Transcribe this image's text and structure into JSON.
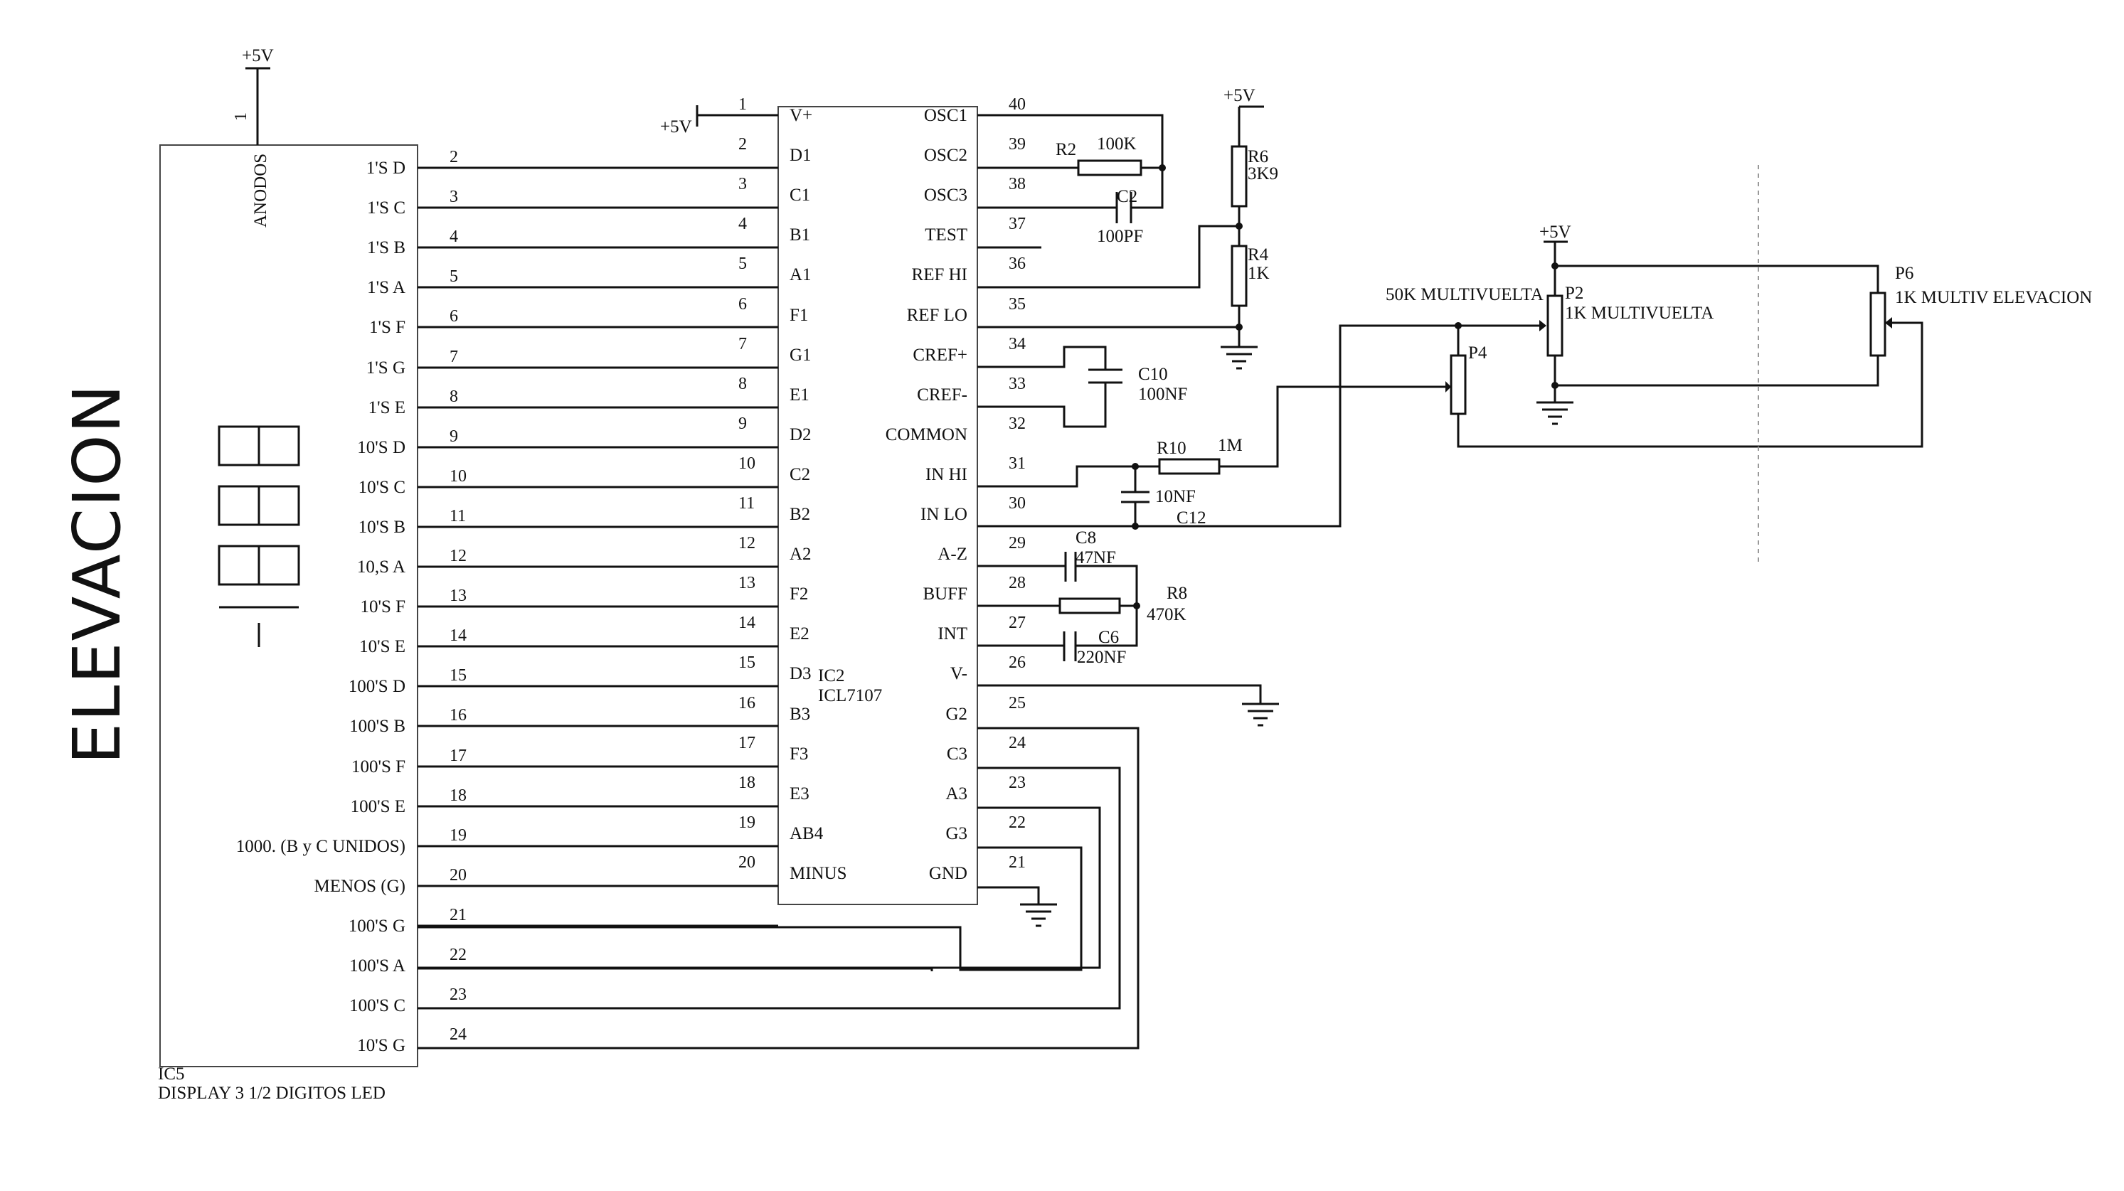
{
  "title": "ELEVACION",
  "ic5": {
    "ref": "IC5",
    "name": "DISPLAY 3 1/2 DIGITOS LED",
    "anodes_label": "ANODOS",
    "anode_pin": "1",
    "supply": "+5V",
    "pins": [
      {
        "num": "2",
        "label": "1'S D"
      },
      {
        "num": "3",
        "label": "1'S C"
      },
      {
        "num": "4",
        "label": "1'S B"
      },
      {
        "num": "5",
        "label": "1'S A"
      },
      {
        "num": "6",
        "label": "1'S F"
      },
      {
        "num": "7",
        "label": "1'S G"
      },
      {
        "num": "8",
        "label": "1'S E"
      },
      {
        "num": "9",
        "label": "10'S D"
      },
      {
        "num": "10",
        "label": "10'S C"
      },
      {
        "num": "11",
        "label": "10'S B"
      },
      {
        "num": "12",
        "label": "10,S A"
      },
      {
        "num": "13",
        "label": "10'S F"
      },
      {
        "num": "14",
        "label": "10'S E"
      },
      {
        "num": "15",
        "label": "100'S D"
      },
      {
        "num": "16",
        "label": "100'S B"
      },
      {
        "num": "17",
        "label": "100'S F"
      },
      {
        "num": "18",
        "label": "100'S E"
      },
      {
        "num": "19",
        "label": "1000. (B y C UNIDOS)"
      },
      {
        "num": "20",
        "label": "MENOS (G)"
      },
      {
        "num": "21",
        "label": "100'S G"
      },
      {
        "num": "22",
        "label": "100'S A"
      },
      {
        "num": "23",
        "label": "100'S C"
      },
      {
        "num": "24",
        "label": "10'S G"
      }
    ]
  },
  "ic2": {
    "ref": "IC2",
    "name": "ICL7107",
    "supply": "+5V",
    "left_pins": [
      {
        "num": "1",
        "label": "V+"
      },
      {
        "num": "2",
        "label": "D1"
      },
      {
        "num": "3",
        "label": "C1"
      },
      {
        "num": "4",
        "label": "B1"
      },
      {
        "num": "5",
        "label": "A1"
      },
      {
        "num": "6",
        "label": "F1"
      },
      {
        "num": "7",
        "label": "G1"
      },
      {
        "num": "8",
        "label": "E1"
      },
      {
        "num": "9",
        "label": "D2"
      },
      {
        "num": "10",
        "label": "C2"
      },
      {
        "num": "11",
        "label": "B2"
      },
      {
        "num": "12",
        "label": "A2"
      },
      {
        "num": "13",
        "label": "F2"
      },
      {
        "num": "14",
        "label": "E2"
      },
      {
        "num": "15",
        "label": "D3"
      },
      {
        "num": "16",
        "label": "B3"
      },
      {
        "num": "17",
        "label": "F3"
      },
      {
        "num": "18",
        "label": "E3"
      },
      {
        "num": "19",
        "label": "AB4"
      },
      {
        "num": "20",
        "label": "MINUS"
      }
    ],
    "right_pins": [
      {
        "num": "40",
        "label": "OSC1"
      },
      {
        "num": "39",
        "label": "OSC2"
      },
      {
        "num": "38",
        "label": "OSC3"
      },
      {
        "num": "37",
        "label": "TEST"
      },
      {
        "num": "36",
        "label": "REF HI"
      },
      {
        "num": "35",
        "label": "REF LO"
      },
      {
        "num": "34",
        "label": "CREF+"
      },
      {
        "num": "33",
        "label": "CREF-"
      },
      {
        "num": "32",
        "label": "COMMON"
      },
      {
        "num": "31",
        "label": "IN HI"
      },
      {
        "num": "30",
        "label": "IN LO"
      },
      {
        "num": "29",
        "label": "A-Z"
      },
      {
        "num": "28",
        "label": "BUFF"
      },
      {
        "num": "27",
        "label": "INT"
      },
      {
        "num": "26",
        "label": "V-"
      },
      {
        "num": "25",
        "label": "G2"
      },
      {
        "num": "24",
        "label": "C3"
      },
      {
        "num": "23",
        "label": "A3"
      },
      {
        "num": "22",
        "label": "G3"
      },
      {
        "num": "21",
        "label": "GND"
      }
    ]
  },
  "components": {
    "r2": {
      "ref": "R2",
      "value": "100K"
    },
    "c2": {
      "ref": "C2",
      "value": "100PF"
    },
    "r6": {
      "ref": "R6",
      "value": "3K9"
    },
    "r4": {
      "ref": "R4",
      "value": "1K"
    },
    "c10": {
      "ref": "C10",
      "value": "100NF"
    },
    "r10": {
      "ref": "R10",
      "value": "1M"
    },
    "c12": {
      "ref": "C12",
      "value": "10NF"
    },
    "c8": {
      "ref": "C8",
      "value": "47NF"
    },
    "r8": {
      "ref": "R8",
      "value": "470K"
    },
    "c6": {
      "ref": "C6",
      "value": "220NF"
    },
    "p4": {
      "ref": "P4",
      "value": "50K MULTIVUELTA"
    },
    "p2": {
      "ref": "P2",
      "value": "1K MULTIVUELTA"
    },
    "p6": {
      "ref": "P6",
      "value": "1K MULTIV ELEVACION"
    },
    "vcc_r6": "+5V",
    "vcc_p2": "+5V"
  }
}
